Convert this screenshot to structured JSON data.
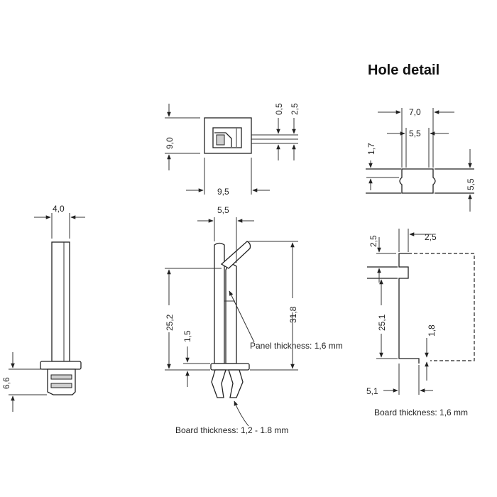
{
  "title": "Hole detail",
  "dimensions": {
    "side_width": "4,0",
    "side_height": "6,6",
    "top_width": "9,5",
    "top_height": "9,0",
    "top_gap_a": "0,5",
    "top_gap_b": "2,5",
    "front_width": "5,5",
    "front_overall": "31,8",
    "front_height": "25,2",
    "front_step": "1,5",
    "hole_width": "7,0",
    "hole_inner": "5,5",
    "hole_notch": "1,7",
    "hole_height": "5,5",
    "slot_top": "2,5",
    "slot_right": "2,5",
    "slot_height": "25,1",
    "slot_bottom": "1,8",
    "slot_foot": "5,1"
  },
  "labels": {
    "panel": "Panel thickness: 1,6 mm",
    "board": "Board thickness: 1,2 - 1.8 mm",
    "board_hole": "Board thickness: 1,6 mm"
  }
}
